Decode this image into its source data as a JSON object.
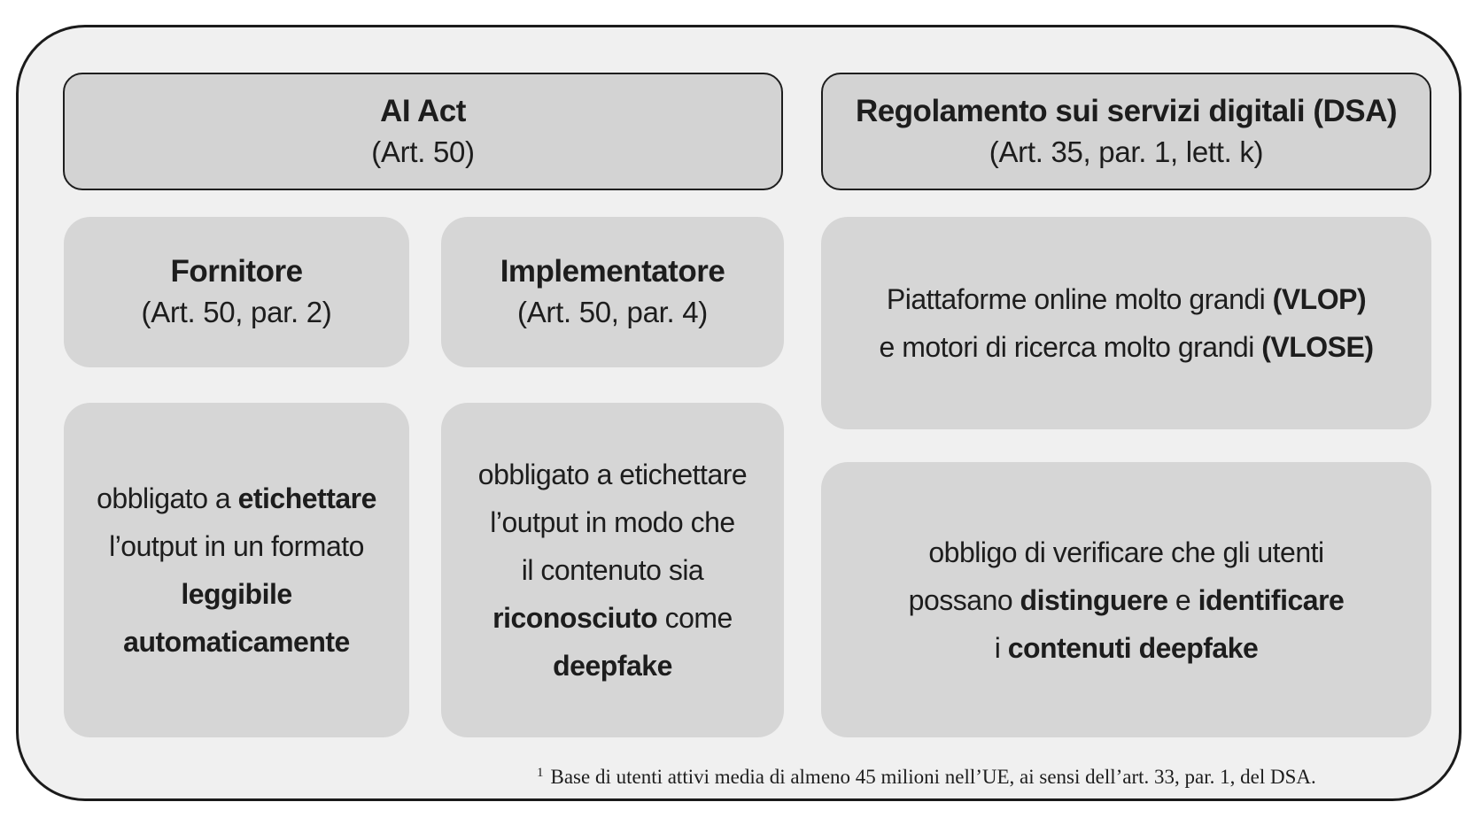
{
  "ai_act": {
    "title": "AI Act",
    "subtitle": "(Art. 50)",
    "fornitore": {
      "title": "Fornitore",
      "subtitle": "(Art. 50, par. 2)",
      "text": {
        "l1a": "obbligato a ",
        "l1b": "etichettare",
        "l2": "l’output in un formato",
        "l3": "leggibile",
        "l4": "automaticamente"
      }
    },
    "implementatore": {
      "title": "Implementatore",
      "subtitle": "(Art. 50, par. 4)",
      "text": {
        "l1": "obbligato a etichettare",
        "l2": "l’output in modo che",
        "l3": "il contenuto sia",
        "l4a": "riconosciuto",
        "l4b": " come",
        "l5": "deepfake"
      }
    }
  },
  "dsa": {
    "title": "Regolamento sui servizi digitali (DSA)",
    "subtitle": "(Art. 35, par. 1, lett. k)",
    "platforms": {
      "l1a": "Piattaforme online molto grandi ",
      "l1b": "(VLOP)",
      "l2a": "e motori di ricerca molto grandi ",
      "l2b": "(VLOSE)"
    },
    "obligation": {
      "l1": "obbligo di verificare che gli utenti",
      "l2a": "possano ",
      "l2b": "distinguere",
      "l2c": " e ",
      "l2d": "identificare",
      "l3a": "i ",
      "l3b": "contenuti deepfake"
    }
  },
  "footnote": {
    "marker": "1",
    "text": "Base di utenti attivi media di almeno 45 milioni nell’UE, ai sensi dell’art. 33, par. 1, del DSA."
  }
}
